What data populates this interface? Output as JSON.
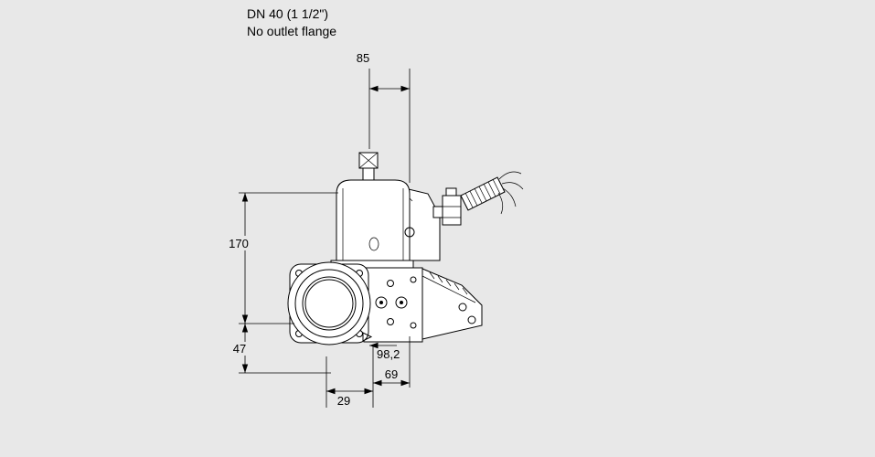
{
  "background_color": "#e8e8e8",
  "line_color": "#000000",
  "part_fill_color": "#ffffff",
  "title": {
    "line1": "DN 40 (1 1/2\")",
    "line2": "No outlet flange"
  },
  "dimensions": {
    "top_width": "85",
    "upper_height": "170",
    "lower_height": "47",
    "bottom_offset": "29",
    "body_depth": "98,2",
    "outlet_depth": "69"
  }
}
